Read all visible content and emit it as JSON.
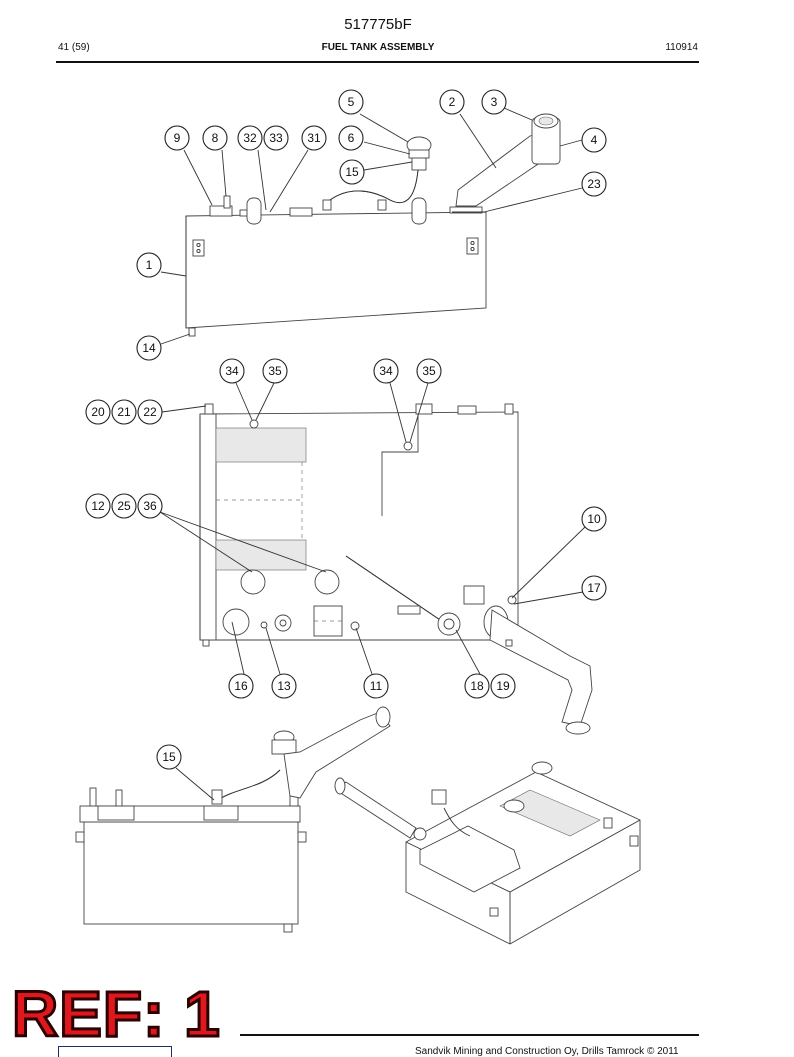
{
  "header": {
    "doc_id": "517775bF",
    "page": "41 (59)",
    "title": "FUEL TANK ASSEMBLY",
    "date_code": "110914"
  },
  "drawing": {
    "callouts": [
      "1",
      "2",
      "3",
      "4",
      "5",
      "6",
      "8",
      "9",
      "10",
      "11",
      "12",
      "13",
      "14",
      "15",
      "16",
      "17",
      "18",
      "19",
      "20",
      "21",
      "22",
      "23",
      "25",
      "31",
      "32",
      "33",
      "34",
      "35",
      "36"
    ]
  },
  "stamp": {
    "text": "REF: 1"
  },
  "footer": {
    "copyright": "Sandvik Mining and Construction Oy, Drills Tamrock © 2011"
  }
}
